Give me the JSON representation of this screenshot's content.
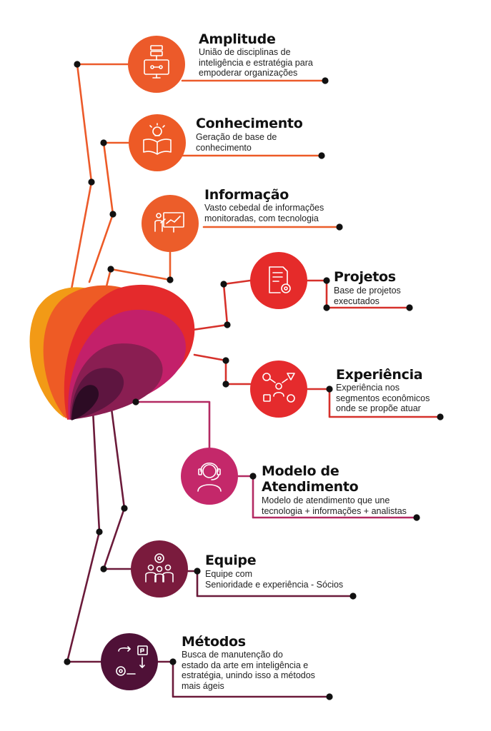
{
  "colors": {
    "amplitude": "#ec5a2a",
    "conhecimento": "#ed5a26",
    "informacao": "#ec5d2a",
    "projetos": "#e52b2a",
    "experiencia": "#e52b2d",
    "modelo": "#c4286a",
    "equipe": "#7a1b3d",
    "metodos": "#4f1137",
    "line_orange": "#ec5a2a",
    "line_red": "#d6312b",
    "line_magenta": "#b32a62",
    "line_plum": "#6b1a3a",
    "dot": "#111111"
  },
  "nodes": {
    "amplitude": {
      "title": "Amplitude",
      "desc": [
        "União de disciplinas de",
        "inteligência e estratégia para",
        "empoderar organizações"
      ],
      "icon": "server-monitor-icon"
    },
    "conhecimento": {
      "title": "Conhecimento",
      "desc": [
        "Geração de base de",
        "conhecimento"
      ],
      "icon": "open-book-lightbulb-icon"
    },
    "informacao": {
      "title": "Informação",
      "desc": [
        "Vasto cebedal de informações",
        "monitoradas, com tecnologia"
      ],
      "icon": "presentation-board-icon"
    },
    "projetos": {
      "title": "Projetos",
      "desc": [
        "Base de projetos",
        "executados"
      ],
      "icon": "document-gear-icon"
    },
    "experiencia": {
      "title": "Experiência",
      "desc": [
        "Experiência nos",
        "segmentos econômicos",
        "onde se propõe atuar"
      ],
      "icon": "network-person-icon"
    },
    "modelo": {
      "title": [
        "Modelo de",
        "Atendimento"
      ],
      "desc": [
        "Modelo de atendimento que une",
        "tecnologia + informações + analistas"
      ],
      "icon": "headset-agent-icon"
    },
    "equipe": {
      "title": "Equipe",
      "desc": [
        "Equipe com",
        "Senioridade e experiência - Sócios"
      ],
      "icon": "team-gear-icon"
    },
    "metodos": {
      "title": "Métodos",
      "desc": [
        "Busca de manutenção do",
        "estado da arte em inteligência e",
        "estratégia, unindo isso a métodos",
        "mais ágeis"
      ],
      "icon": "process-flow-icon"
    }
  }
}
